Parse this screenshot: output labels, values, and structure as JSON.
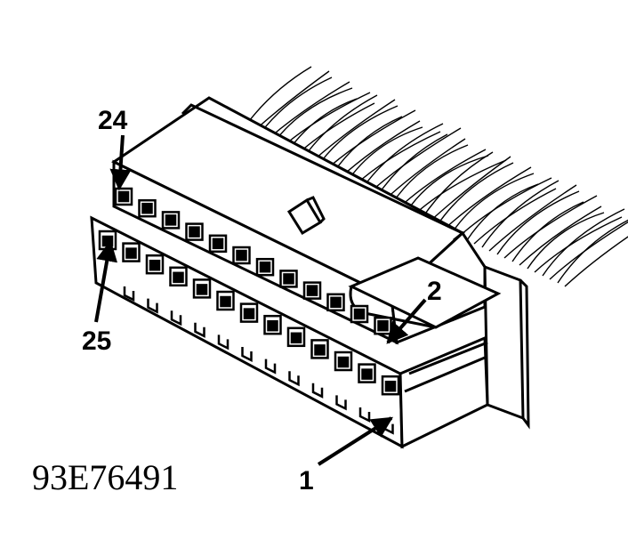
{
  "figure_code": "93E76491",
  "callouts": [
    {
      "id": "pin-24",
      "label": "24"
    },
    {
      "id": "pin-25",
      "label": "25"
    },
    {
      "id": "pin-2",
      "label": "2"
    },
    {
      "id": "pin-1",
      "label": "1"
    }
  ],
  "colors": {
    "ink": "#000000",
    "paper": "#ffffff"
  }
}
